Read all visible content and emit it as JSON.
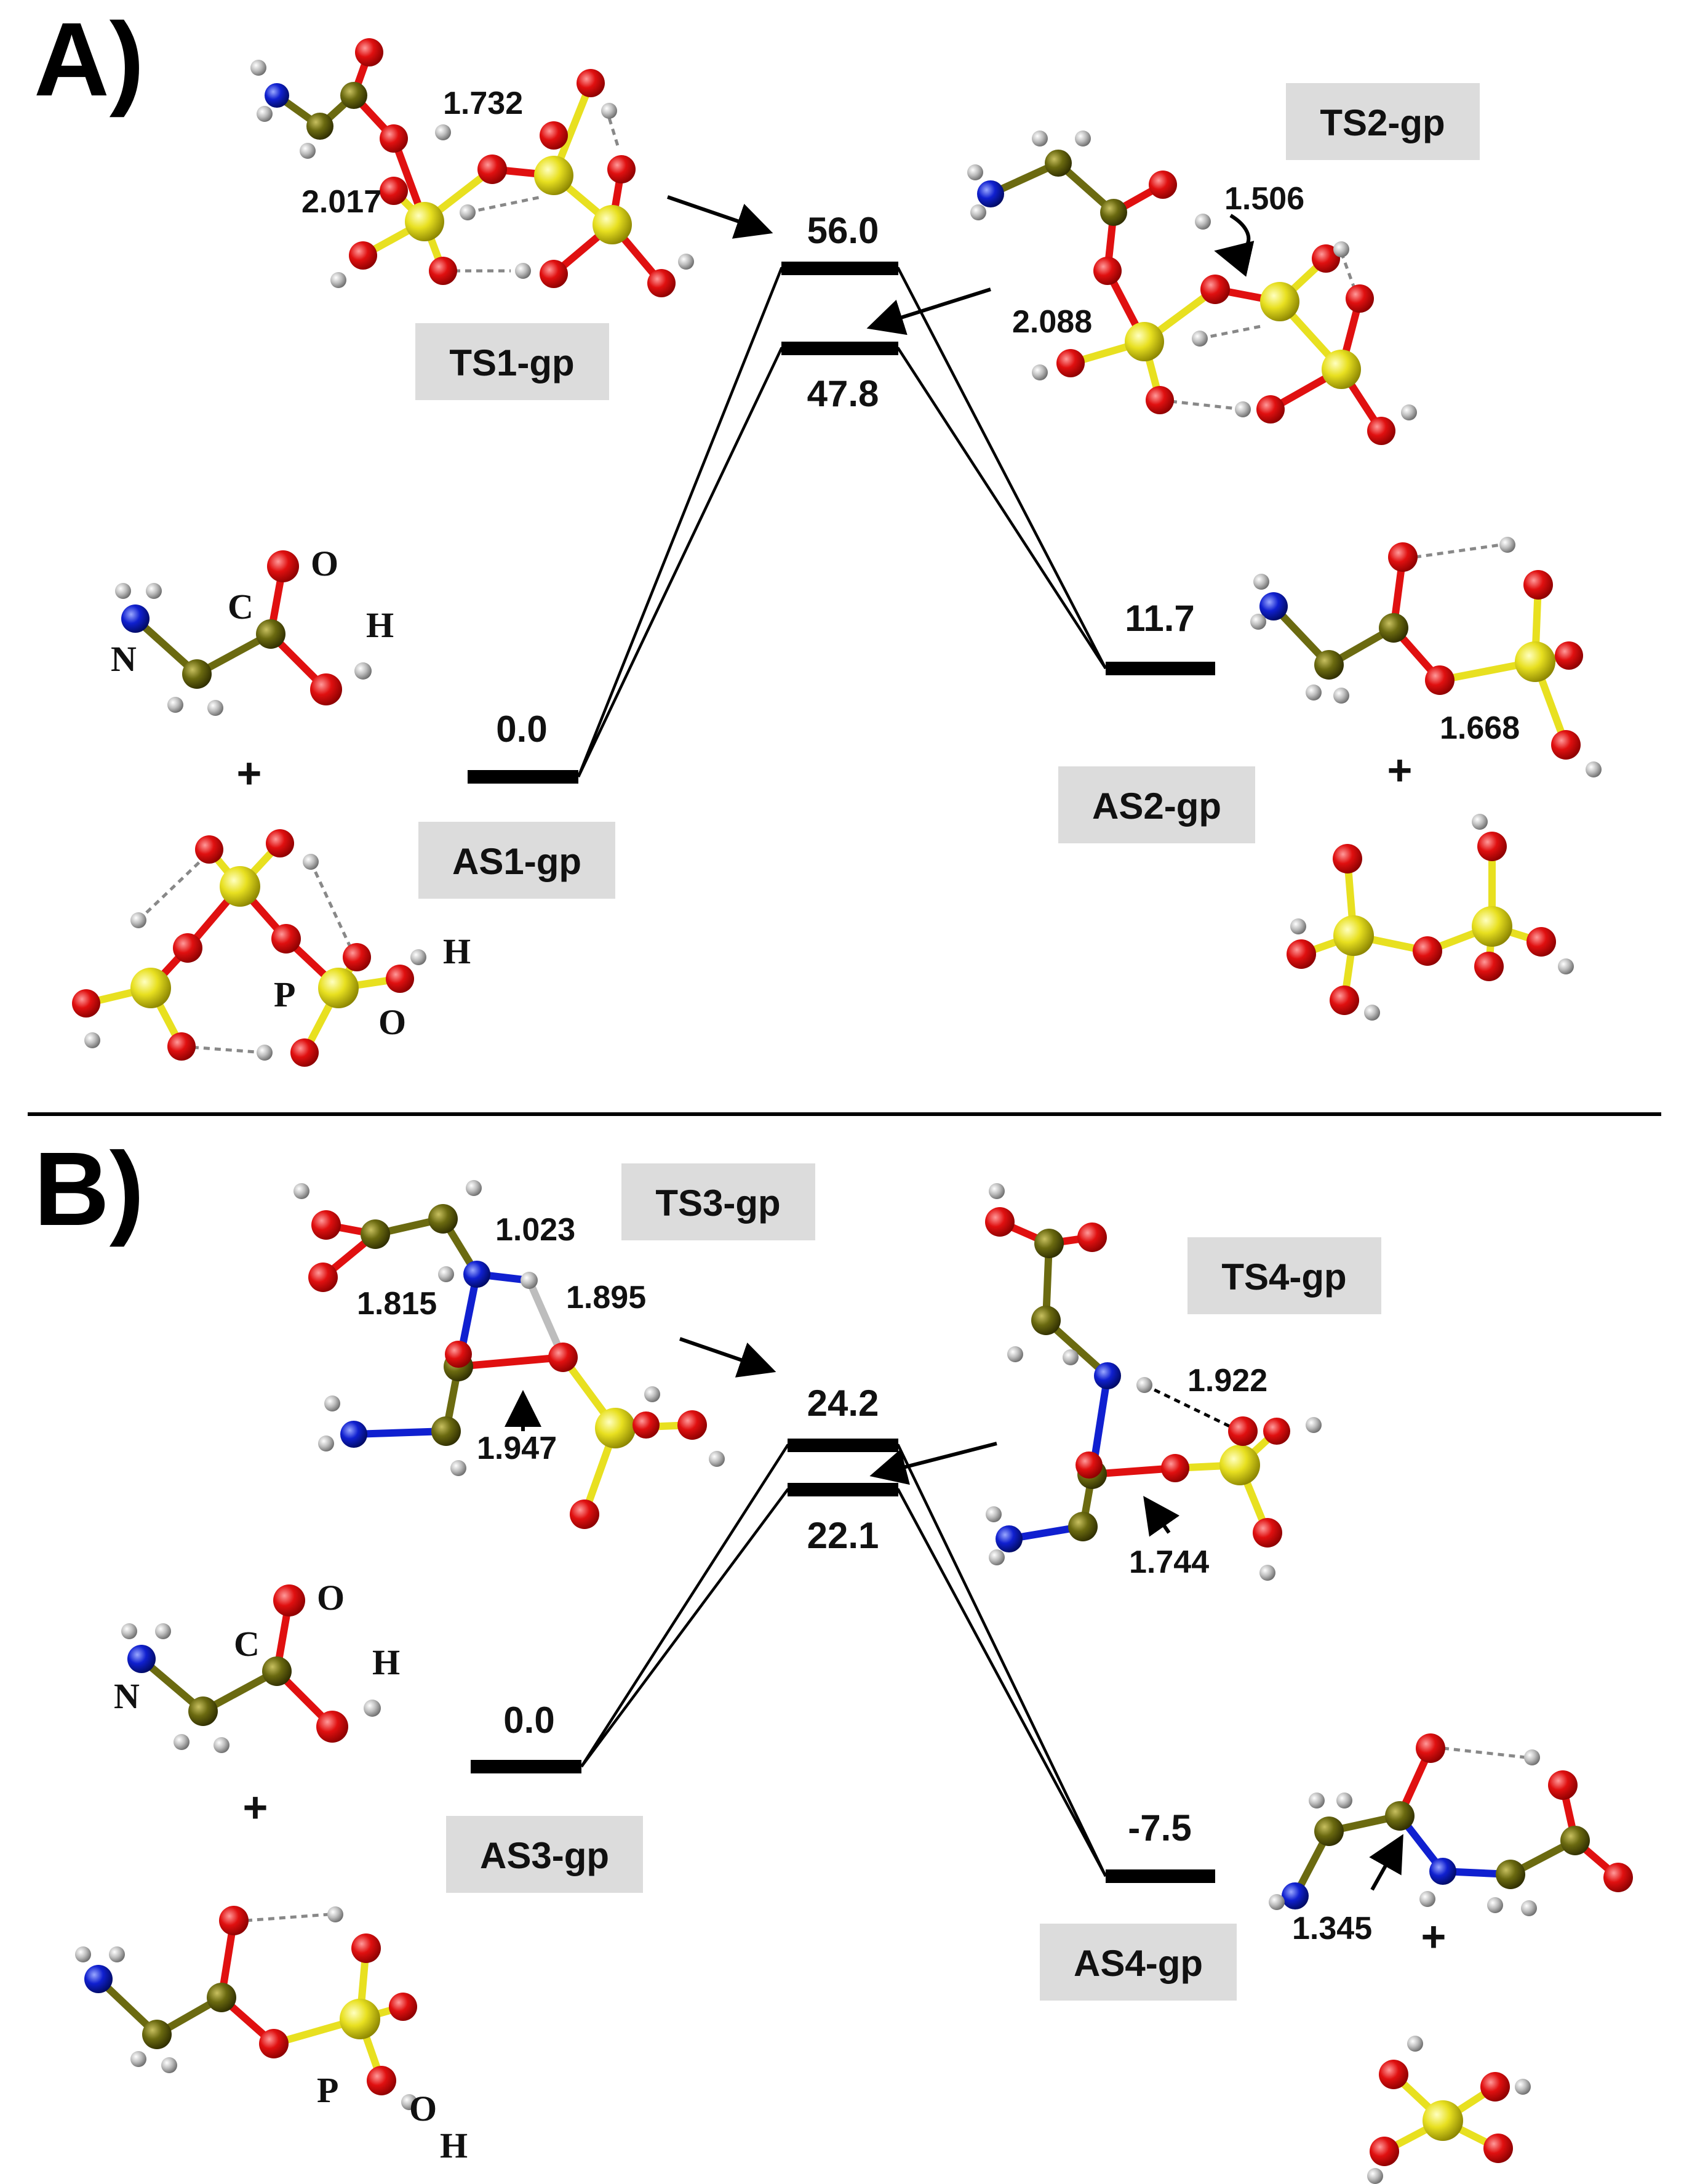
{
  "panels": {
    "A": {
      "tag": "A)",
      "energies": {
        "ts1": "56.0",
        "ts2": "47.8",
        "as1": "0.0",
        "as2": "11.7"
      },
      "states": {
        "ts1": "TS1-gp",
        "ts2": "TS2-gp",
        "as1": "AS1-gp",
        "as2": "AS2-gp"
      },
      "distances": {
        "ts1_a": "1.732",
        "ts1_b": "2.017",
        "ts2_a": "1.506",
        "ts2_b": "2.088",
        "as2_a": "1.668"
      },
      "atoms_glycine": {
        "o": "O",
        "c": "C",
        "h": "H",
        "n": "N"
      },
      "atoms_phosphate": {
        "p": "P",
        "o": "O",
        "h": "H"
      },
      "plus_left": "+",
      "plus_right": "+"
    },
    "B": {
      "tag": "B)",
      "energies": {
        "ts3": "24.2",
        "ts4": "22.1",
        "as3": "0.0",
        "as4": "-7.5"
      },
      "states": {
        "ts3": "TS3-gp",
        "ts4": "TS4-gp",
        "as3": "AS3-gp",
        "as4": "AS4-gp"
      },
      "distances": {
        "ts3_a": "1.023",
        "ts3_b": "1.815",
        "ts3_c": "1.895",
        "ts3_d": "1.947",
        "ts4_a": "1.922",
        "ts4_b": "1.744",
        "as4_a": "1.345"
      },
      "atoms_glycine": {
        "o": "O",
        "c": "C",
        "h": "H",
        "n": "N"
      },
      "atoms_phosphate": {
        "p": "P",
        "o": "O",
        "h": "H"
      },
      "plus_left": "+",
      "plus_right": "+"
    }
  },
  "colors": {
    "oxygen": "#e01010",
    "phosphorus": "#e8e020",
    "carbon": "#6b6a10",
    "nitrogen": "#1020d0",
    "hydrogen": "#bdbdbd",
    "label_box": "#dcdcdc"
  }
}
